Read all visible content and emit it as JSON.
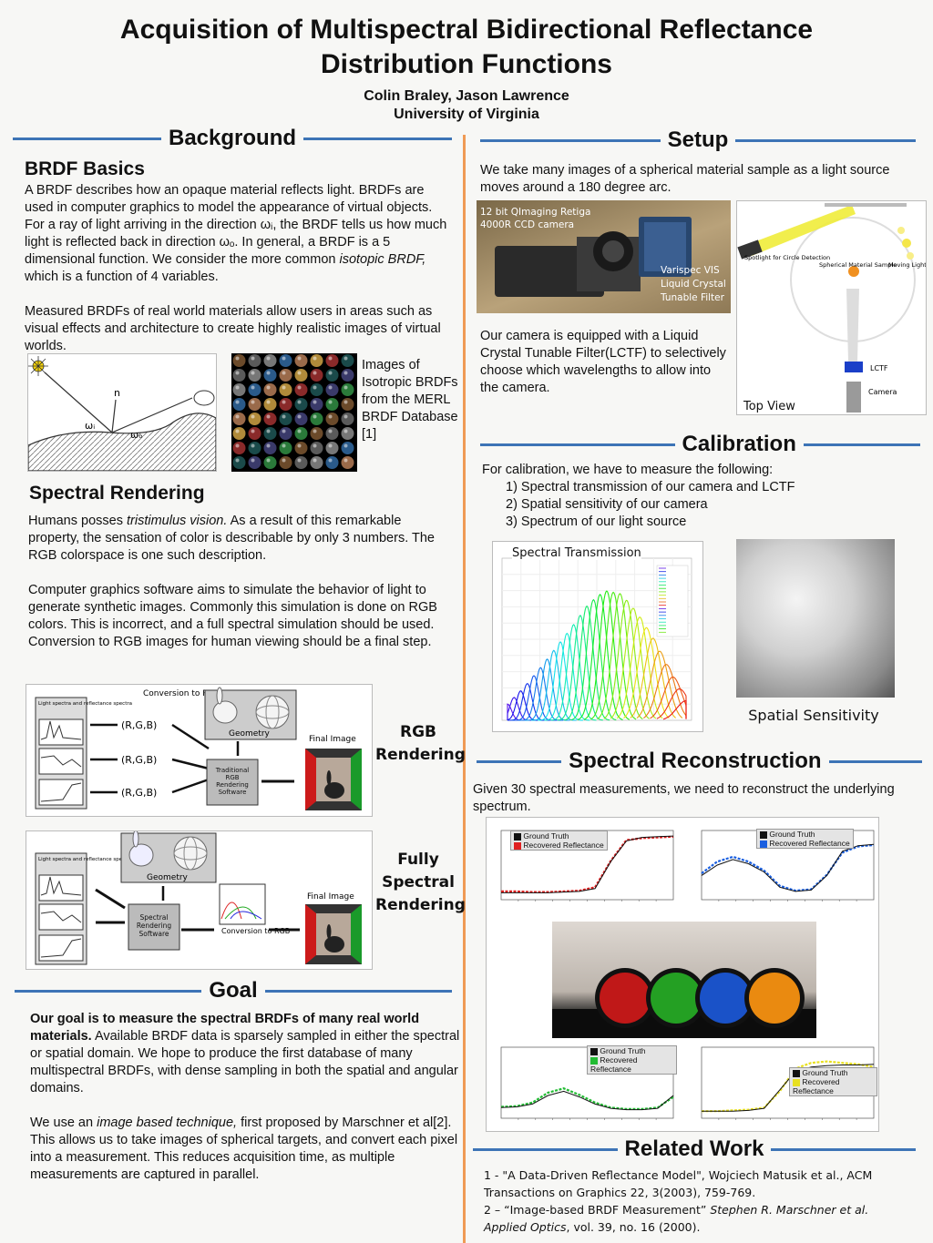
{
  "title_line1": "Acquisition of Multispectral Bidirectional Reflectance",
  "title_line2": "Distribution Functions",
  "authors": "Colin Braley, Jason Lawrence",
  "affiliation": "University of Virginia",
  "background": {
    "heading": "Background",
    "brdf_title": "BRDF Basics",
    "brdf_p1_a": "A BRDF describes how an opaque material reflects light. BRDFs are used in computer graphics to model the appearance of virtual objects.   For a ray of light arriving in the direction ",
    "omega_i": "ωᵢ",
    "brdf_p1_b": ", the BRDF tells us how much light is reflected  back in direction ",
    "omega_o": "ωₒ",
    "brdf_p1_c": ".  In general, a BRDF is a 5 dimensional function.  We consider the more common ",
    "brdf_p1_em": "isotopic BRDF,",
    "brdf_p1_d": " which is a function of 4 variables.",
    "brdf_p2": "Measured BRDFs of real world materials allow users in areas such as  visual effects and architecture to create highly realistic images of virtual worlds.",
    "diagram_labels": {
      "n": "n",
      "wi": "ωᵢ",
      "wo": "ωₒ"
    },
    "merl_caption": "Images of Isotropic BRDFs from the MERL BRDF Database [1]",
    "spectral_title": "Spectral Rendering",
    "spec_p1_a": "Humans posses ",
    "spec_p1_em": "tristimulus vision.",
    "spec_p1_b": "  As a result of this remarkable property, the sensation of color is describable by only 3 numbers.  The RGB colorspace is one such description.",
    "spec_p2": "Computer graphics software aims to simulate the behavior of light to generate synthetic images.  Commonly this simulation is done on RGB colors.  This is incorrect, and a full spectral simulation should be used.  Conversion to RGB images for human viewing should be a final step."
  },
  "rgb_diagram": {
    "side_label": "RGB Rendering",
    "conversion": "Conversion to RGB",
    "light_spectra": "Light spectra and reflectance spectra",
    "rgb1": "(R,G,B)",
    "rgb2": "(R,G,B)",
    "rgb3": "(R,G,B)",
    "geometry": "Geometry",
    "renderer": "Traditional RGB Rendering Software",
    "final": "Final Image"
  },
  "spectral_diagram": {
    "side_label": "Fully Spectral Rendering",
    "light_spectra": "Light spectra and reflectance spectra",
    "geometry": "Geometry",
    "renderer": "Spectral Rendering Software",
    "conversion": "Conversion to RGB",
    "final": "Final Image"
  },
  "goal": {
    "heading": "Goal",
    "p1_bold": "Our goal is to measure the spectral BRDFs of many real world materials.",
    "p1_rest": "  Available BRDF data is sparsely sampled in either the spectral or spatial domain.  We hope to produce the first database of many multispectral BRDFs, with dense sampling in both the spatial and angular domains.",
    "p2_a": "We use an ",
    "p2_em": "image based technique,",
    "p2_b": " first proposed by Marschner et al[2].  This allows us to take images of spherical targets, and convert each pixel into a measurement.  This reduces acquisition time, as multiple measurements are captured in parallel."
  },
  "setup": {
    "heading": "Setup",
    "intro": "We take many images of a spherical material sample as a light source moves around a 180 degree arc.",
    "camera_label": "12 bit QImaging Retiga 4000R CCD camera",
    "filter_label": "Varispec VIS Liquid Crystal Tunable Filter",
    "camera_text": "Our camera is equipped with a Liquid Crystal Tunable Filter(LCTF) to selectively choose which wavelengths to allow into the camera.",
    "topview": {
      "spotlight": "Spotlight for Circle Detection",
      "sample": "Spherical Material Sample",
      "moving": "Moving Light Source",
      "lctf": "LCTF",
      "camera": "Camera",
      "caption": "Top View"
    }
  },
  "calibration": {
    "heading": "Calibration",
    "intro": "For calibration,  we have to measure the following:",
    "items": [
      "1) Spectral transmission of our camera and LCTF",
      "2) Spatial sensitivity of our camera",
      "3) Spectrum of our light source"
    ],
    "chart_title": "Spectral Transmission",
    "spatial_caption": "Spatial Sensitivity"
  },
  "reconstruction": {
    "heading": "Spectral Reconstruction",
    "intro": "Given 30 spectral measurements, we need to reconstruct the underlying spectrum.",
    "legend_gt": "Ground Truth",
    "legend_rec": "Recovered Reflectance",
    "colors": {
      "red": "#e02020",
      "blue": "#1a5fe0",
      "green": "#22bb33",
      "yellow": "#e8e020",
      "orange": "#f09010"
    }
  },
  "related": {
    "heading": "Related Work",
    "ref1": "1 - \"A Data-Driven Reflectance Model\", Wojciech Matusik et al.,  ACM Transactions on Graphics 22, 3(2003), 759-769.",
    "ref2_a": "2 – “Image-based BRDF Measurement” ",
    "ref2_em": "Stephen R. Marschner et al. Applied Optics",
    "ref2_b": ", vol. 39, no. 16 (2000)."
  },
  "chart_data": [
    {
      "type": "line",
      "title": "Spectral Transmission",
      "x": [
        480,
        500,
        520,
        540,
        560,
        580,
        600,
        620,
        640,
        660,
        680,
        700
      ],
      "series": [
        {
          "values": [
            0.1,
            0.2,
            0.32,
            0.45,
            0.58,
            0.72,
            0.8,
            0.78,
            0.66,
            0.5,
            0.3,
            0.12
          ]
        }
      ],
      "grid": true
    },
    {
      "type": "line",
      "series": [
        {
          "name": "Ground Truth",
          "values": [
            0.1,
            0.1,
            0.1,
            0.1,
            0.11,
            0.12,
            0.16,
            0.55,
            0.85,
            0.9,
            0.91,
            0.92
          ]
        },
        {
          "name": "Recovered Reflectance",
          "values": [
            0.12,
            0.12,
            0.11,
            0.11,
            0.12,
            0.13,
            0.18,
            0.56,
            0.86,
            0.89,
            0.9,
            0.91
          ]
        }
      ]
    },
    {
      "type": "line",
      "series": [
        {
          "name": "Ground Truth",
          "values": [
            0.35,
            0.5,
            0.58,
            0.52,
            0.4,
            0.18,
            0.12,
            0.14,
            0.35,
            0.7,
            0.78,
            0.8
          ]
        },
        {
          "name": "Recovered Reflectance",
          "values": [
            0.38,
            0.55,
            0.62,
            0.55,
            0.42,
            0.2,
            0.13,
            0.15,
            0.36,
            0.68,
            0.77,
            0.79
          ]
        }
      ]
    },
    {
      "type": "line",
      "series": [
        {
          "name": "Ground Truth",
          "values": [
            0.15,
            0.16,
            0.2,
            0.32,
            0.38,
            0.3,
            0.2,
            0.14,
            0.12,
            0.12,
            0.14,
            0.32
          ]
        },
        {
          "name": "Recovered Reflectance",
          "values": [
            0.16,
            0.17,
            0.22,
            0.36,
            0.42,
            0.33,
            0.22,
            0.15,
            0.13,
            0.13,
            0.15,
            0.3
          ]
        }
      ]
    },
    {
      "type": "line",
      "series": [
        {
          "name": "Ground Truth",
          "values": [
            0.1,
            0.1,
            0.1,
            0.11,
            0.14,
            0.4,
            0.66,
            0.72,
            0.74,
            0.75,
            0.75,
            0.76
          ]
        },
        {
          "name": "Recovered Reflectance",
          "values": [
            0.1,
            0.1,
            0.11,
            0.12,
            0.15,
            0.38,
            0.7,
            0.78,
            0.8,
            0.78,
            0.76,
            0.72
          ]
        }
      ]
    }
  ]
}
